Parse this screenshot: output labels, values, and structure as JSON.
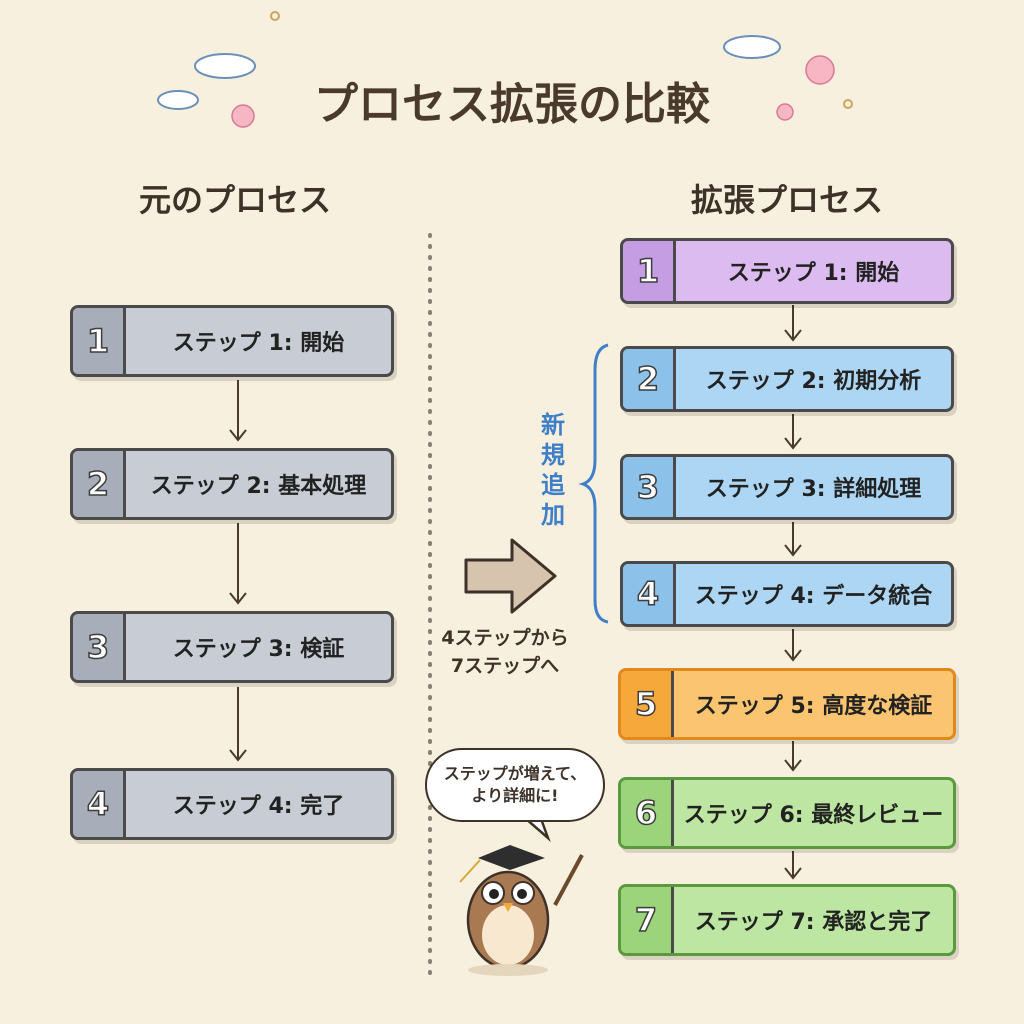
{
  "title": "プロセス拡張の比較",
  "original": {
    "heading": "元のプロセス",
    "steps": [
      {
        "num": "1",
        "label": "ステップ 1: 開始"
      },
      {
        "num": "2",
        "label": "ステップ 2: 基本処理"
      },
      {
        "num": "3",
        "label": "ステップ 3: 検証"
      },
      {
        "num": "4",
        "label": "ステップ 4: 完了"
      }
    ]
  },
  "extended": {
    "heading": "拡張プロセス",
    "steps": [
      {
        "num": "1",
        "label": "ステップ 1: 開始",
        "color": "#dcbcf0"
      },
      {
        "num": "2",
        "label": "ステップ 2: 初期分析",
        "color": "#acd6f3"
      },
      {
        "num": "3",
        "label": "ステップ 3: 詳細処理",
        "color": "#acd6f3"
      },
      {
        "num": "4",
        "label": "ステップ 4: データ統合",
        "color": "#acd6f3"
      },
      {
        "num": "5",
        "label": "ステップ 5: 高度な検証",
        "color": "#fbc470"
      },
      {
        "num": "6",
        "label": "ステップ 6: 最終レビュー",
        "color": "#bce6a1"
      },
      {
        "num": "7",
        "label": "ステップ 7: 承認と完了",
        "color": "#bce6a1"
      }
    ]
  },
  "new_added": [
    "新",
    "規",
    "追",
    "加"
  ],
  "caption": {
    "line1": "4ステップから",
    "line2": "7ステップへ"
  },
  "bubble": {
    "line1": "ステップが増えて、",
    "line2": "より詳細に!"
  }
}
